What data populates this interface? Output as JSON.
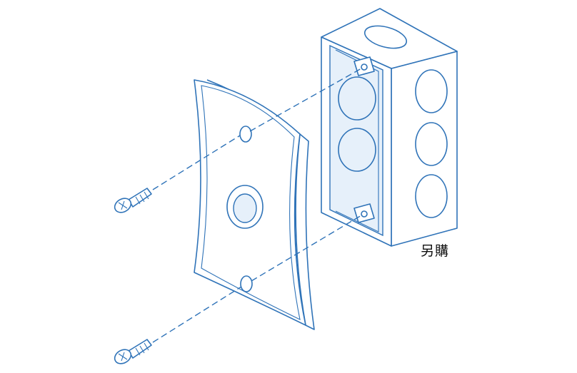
{
  "caption": "另購",
  "colors": {
    "line": "#2f73b8",
    "tint": "#e6f0fa",
    "background": "#ffffff"
  },
  "parts": [
    "screw-top",
    "screw-bottom",
    "wall-plate",
    "junction-box"
  ]
}
